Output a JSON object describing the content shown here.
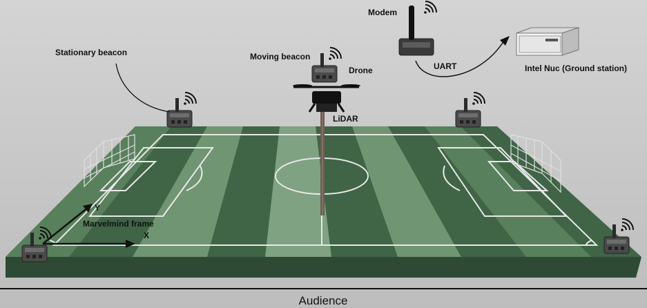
{
  "labels": {
    "modem": "Modem",
    "stationary_beacon": "Stationary beacon",
    "moving_beacon": "Moving beacon",
    "drone": "Drone",
    "uart": "UART",
    "ground_station": "Intel Nuc (Ground station)",
    "lidar": "LiDAR",
    "axis_y": "Y",
    "axis_x": "X",
    "frame": "Marvelmind frame",
    "audience": "Audience"
  },
  "colors": {
    "field_dark": "#3f6446",
    "field_light": "#7fa282",
    "line": "#e8e8e8",
    "device": "#3a3a3a"
  }
}
